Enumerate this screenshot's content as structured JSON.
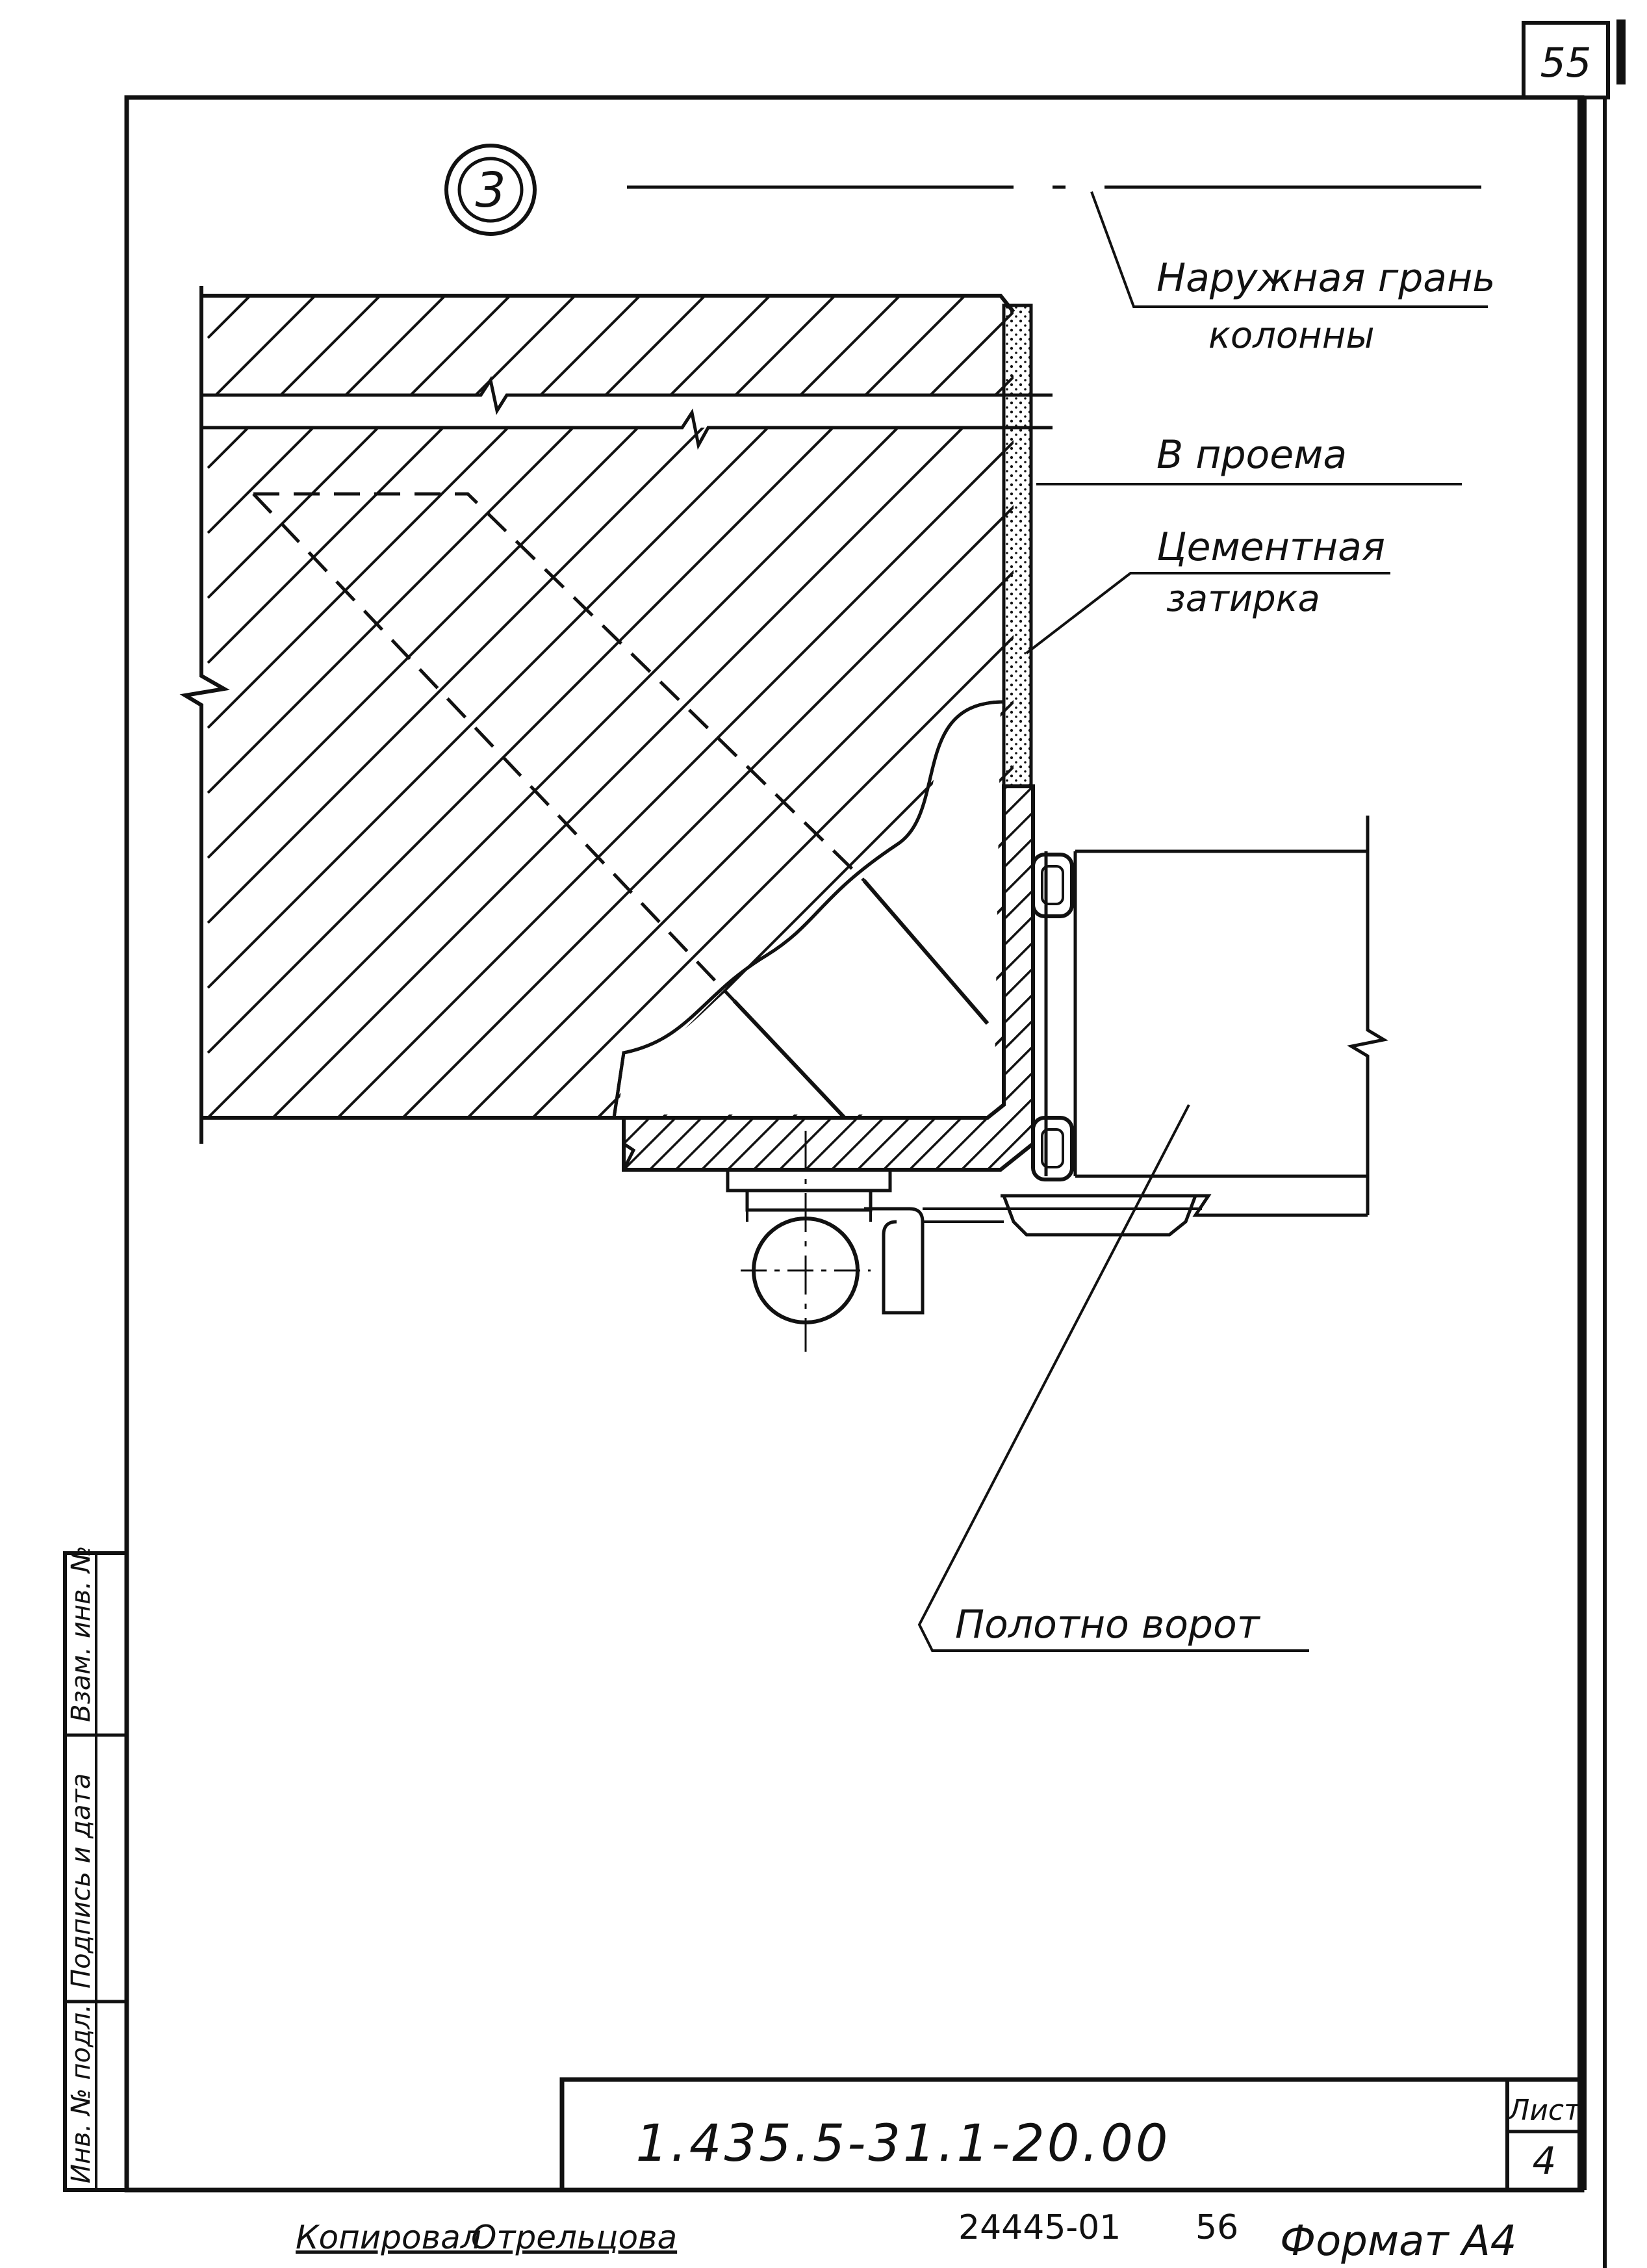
{
  "sheet": {
    "corner_page_number": "55",
    "detail_marker": "3",
    "drawing_code": "1.435.5-31.1-20.00",
    "sheet_label": "Лист",
    "sheet_number": "4",
    "copied_by": "Копировал",
    "copied_name": "Отрельцова",
    "archive_number": "24445-01",
    "archive_page": "56",
    "format": "Формат А4"
  },
  "side_stamp": {
    "col1": "Инв. № подл.",
    "col2": "Подпись и дата",
    "col3": "Взам. инв. №"
  },
  "callouts": {
    "outer_face_line1": "Наружная грань",
    "outer_face_line2": "колонны",
    "opening": "В проема",
    "cement_line1": "Цементная",
    "cement_line2": "затирка",
    "gate_leaf": "Полотно ворот"
  },
  "colors": {
    "ink": "#111111",
    "paper": "#ffffff"
  }
}
